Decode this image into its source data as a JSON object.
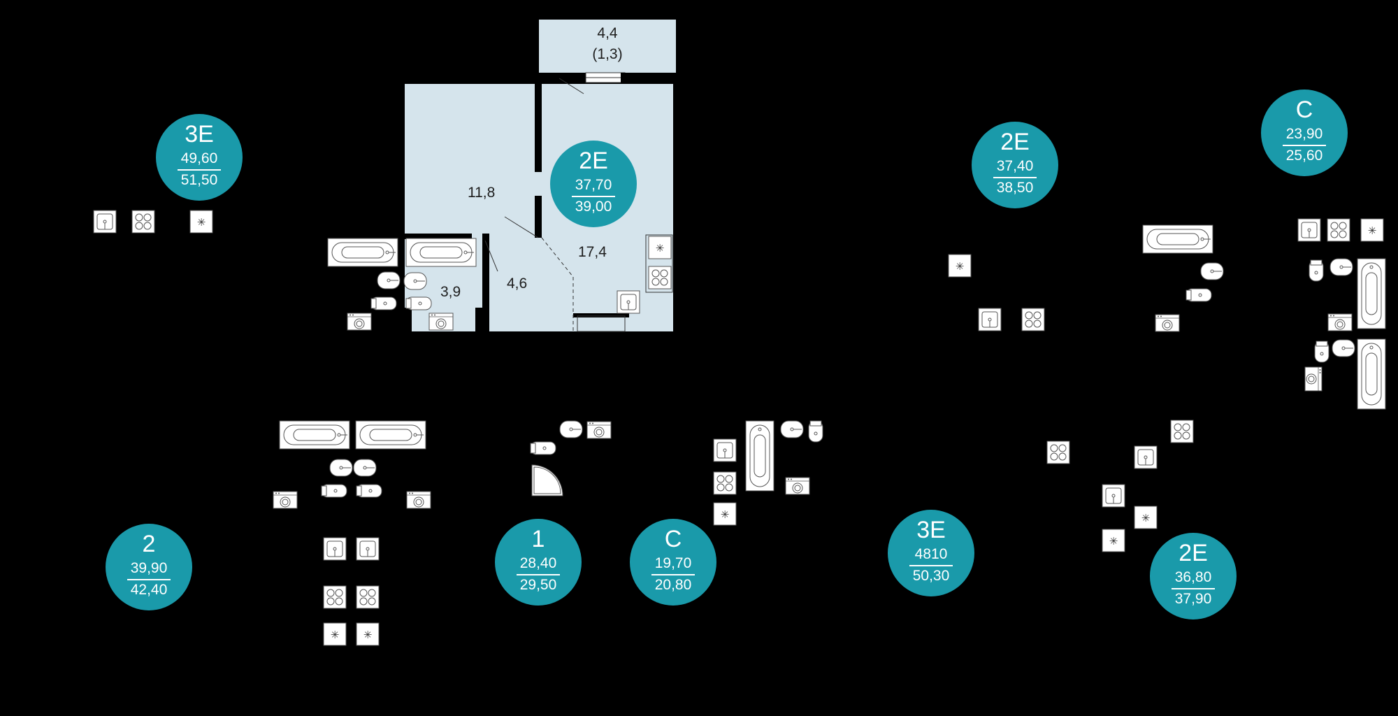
{
  "plan": {
    "badges": [
      {
        "type": "3E",
        "area1": "49,60",
        "area2": "51,50"
      },
      {
        "type": "2E",
        "area1": "37,70",
        "area2": "39,00"
      },
      {
        "type": "2E",
        "area1": "37,40",
        "area2": "38,50"
      },
      {
        "type": "C",
        "area1": "23,90",
        "area2": "25,60"
      },
      {
        "type": "2",
        "area1": "39,90",
        "area2": "42,40"
      },
      {
        "type": "1",
        "area1": "28,40",
        "area2": "29,50"
      },
      {
        "type": "C",
        "area1": "19,70",
        "area2": "20,80"
      },
      {
        "type": "3E",
        "area1": "4810",
        "area2": "50,30"
      },
      {
        "type": "2E",
        "area1": "36,80",
        "area2": "37,90"
      }
    ],
    "rooms": {
      "balcony_area": "4,4",
      "balcony_area_reduced": "(1,3)",
      "room": "11,8",
      "kitchen_living": "17,4",
      "hall": "4,6",
      "bathroom": "3,9"
    },
    "colors": {
      "badge": "#1a9aaa",
      "floor": "#d5e4ec",
      "background": "#000000"
    }
  }
}
